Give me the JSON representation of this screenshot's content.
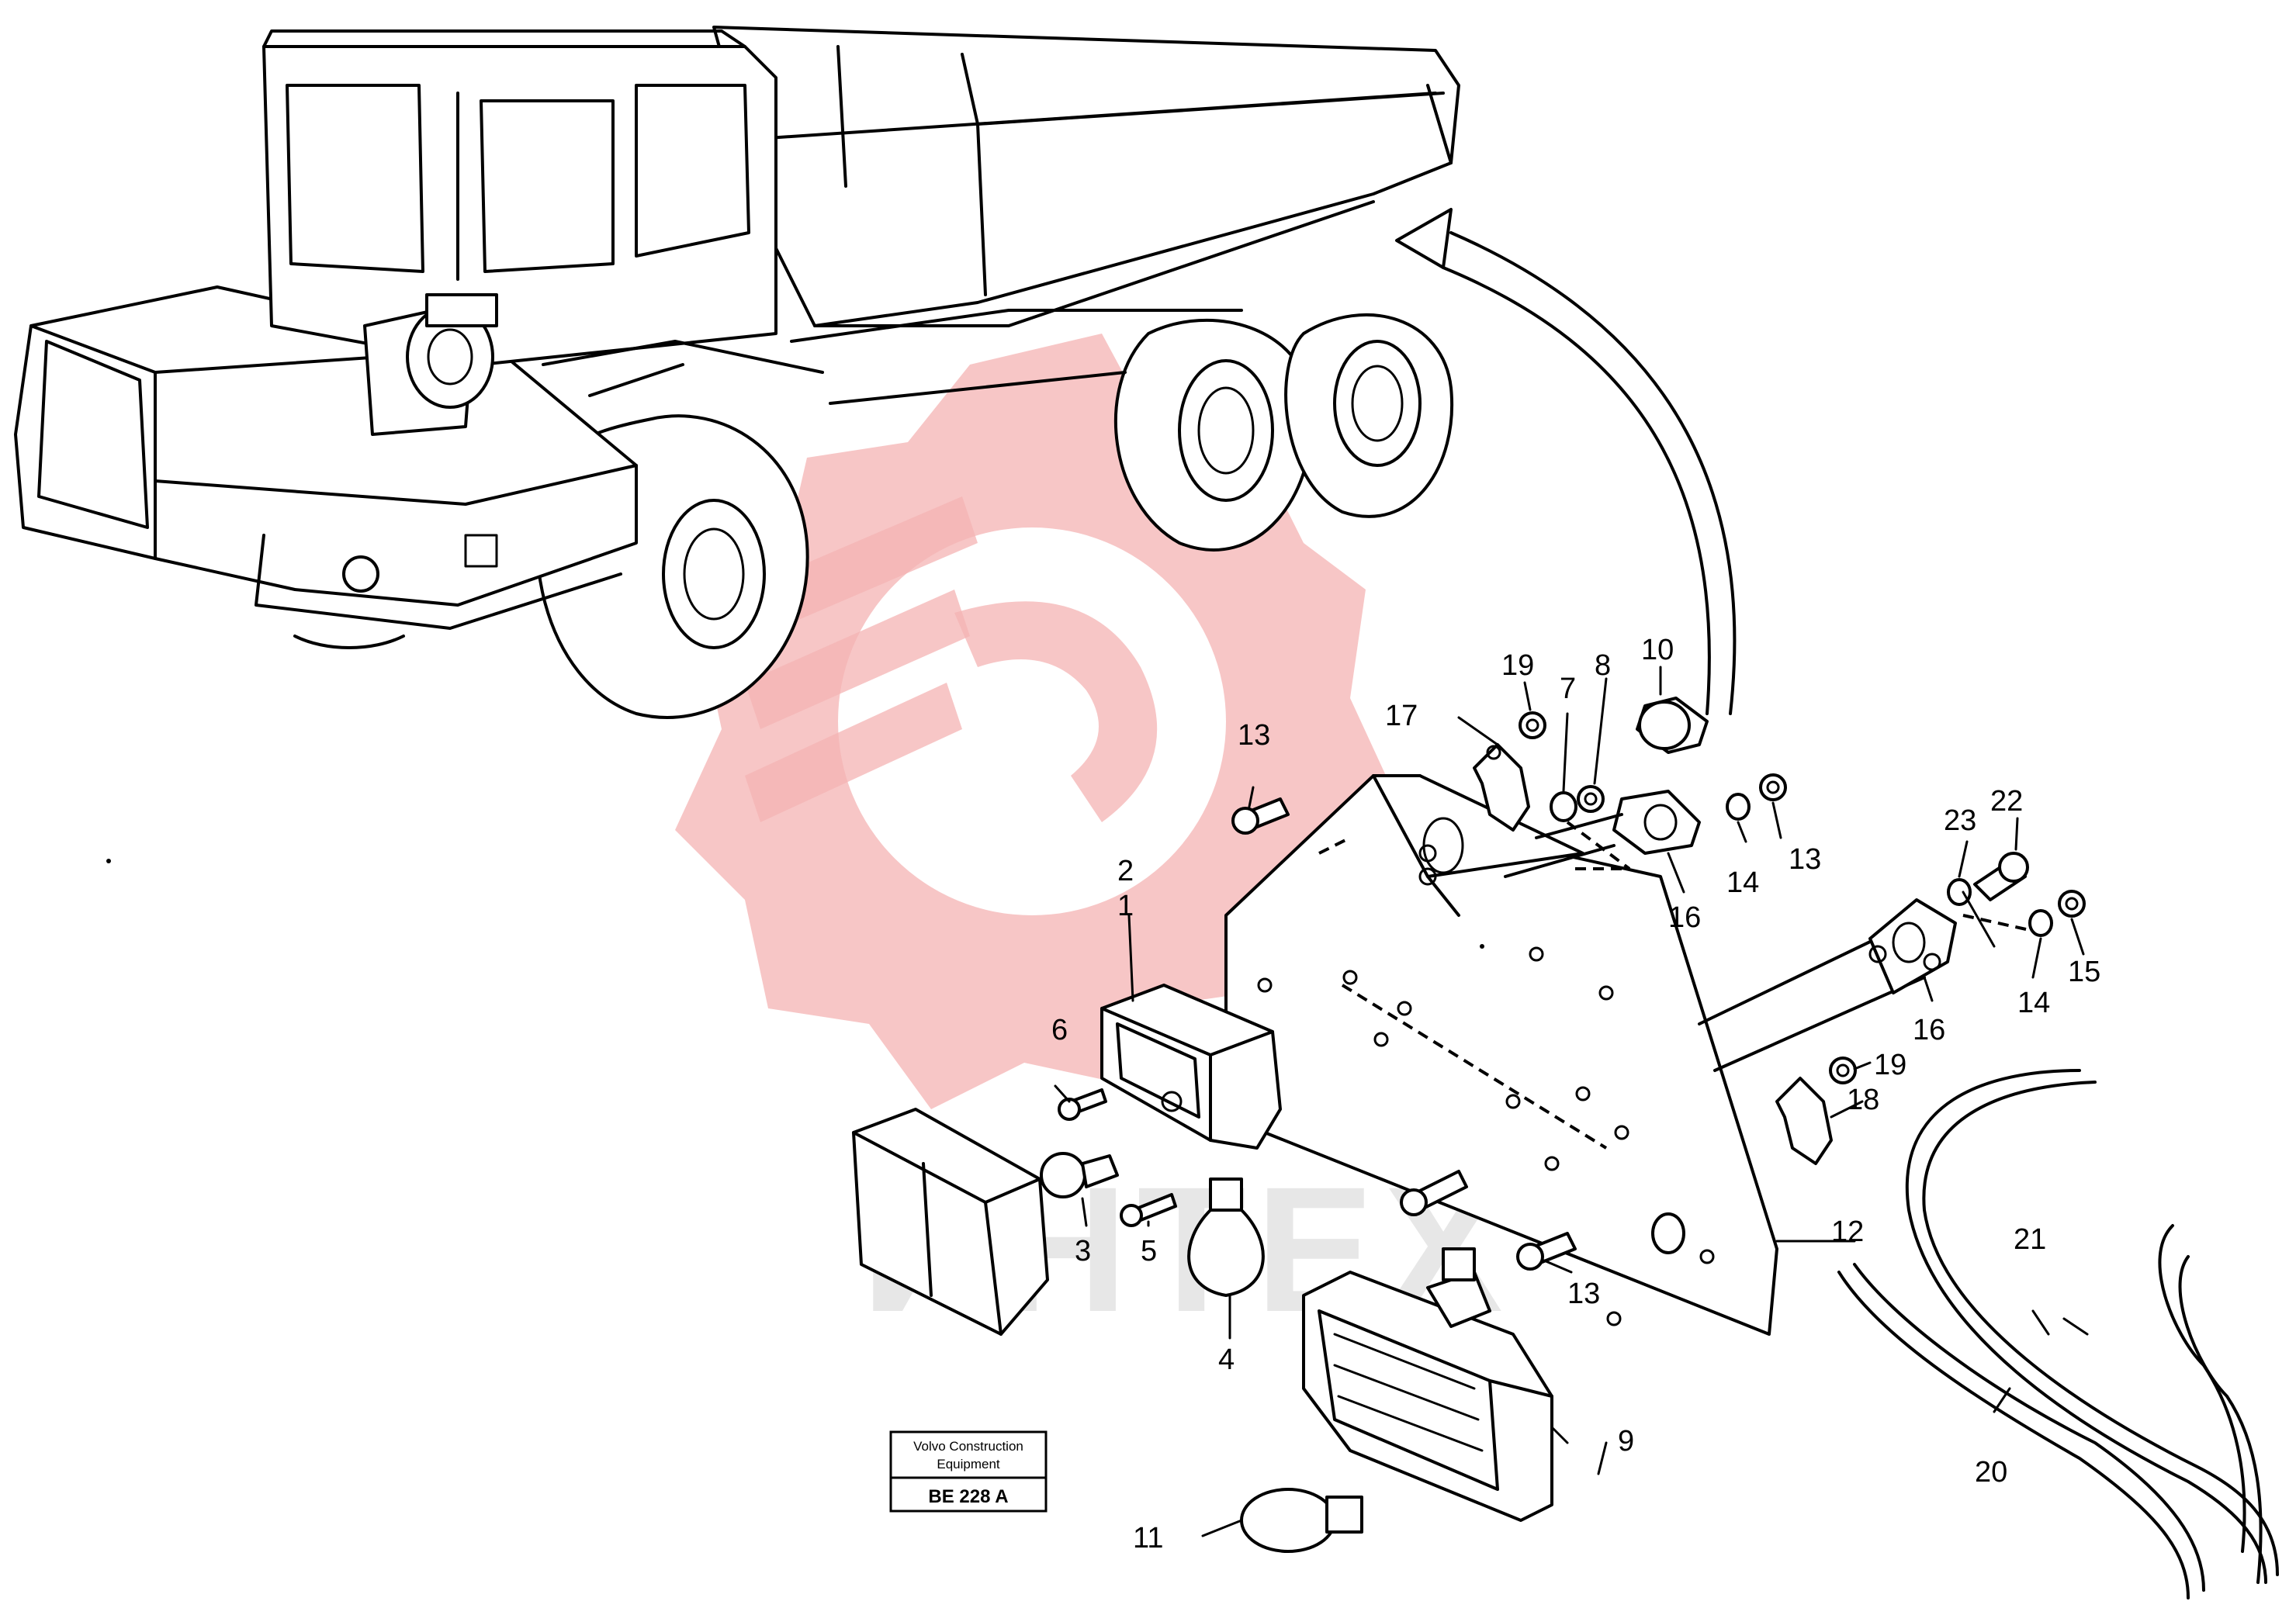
{
  "colors": {
    "ink": "#000000",
    "paper": "#ffffff",
    "watermark": "#f4b3b3"
  },
  "watermark": {
    "text": "ИНТЕХ",
    "icon": "gear-logo-icon"
  },
  "title_box": {
    "line1": "Volvo Construction",
    "line2": "Equipment",
    "code": "BE 228 A"
  },
  "callouts": [
    {
      "id": "c1",
      "label": "1"
    },
    {
      "id": "c2",
      "label": "2"
    },
    {
      "id": "c3",
      "label": "3"
    },
    {
      "id": "c4",
      "label": "4"
    },
    {
      "id": "c5",
      "label": "5"
    },
    {
      "id": "c6",
      "label": "6"
    },
    {
      "id": "c7",
      "label": "7"
    },
    {
      "id": "c8",
      "label": "8"
    },
    {
      "id": "c9",
      "label": "9"
    },
    {
      "id": "c10",
      "label": "10"
    },
    {
      "id": "c11",
      "label": "11"
    },
    {
      "id": "c12",
      "label": "12"
    },
    {
      "id": "c13a",
      "label": "13"
    },
    {
      "id": "c13b",
      "label": "13"
    },
    {
      "id": "c13c",
      "label": "13"
    },
    {
      "id": "c14a",
      "label": "14"
    },
    {
      "id": "c14b",
      "label": "14"
    },
    {
      "id": "c15",
      "label": "15"
    },
    {
      "id": "c16a",
      "label": "16"
    },
    {
      "id": "c16b",
      "label": "16"
    },
    {
      "id": "c17",
      "label": "17"
    },
    {
      "id": "c18",
      "label": "18"
    },
    {
      "id": "c19a",
      "label": "19"
    },
    {
      "id": "c19b",
      "label": "19"
    },
    {
      "id": "c20",
      "label": "20"
    },
    {
      "id": "c21",
      "label": "21"
    },
    {
      "id": "c22",
      "label": "22"
    },
    {
      "id": "c23",
      "label": "23"
    }
  ]
}
